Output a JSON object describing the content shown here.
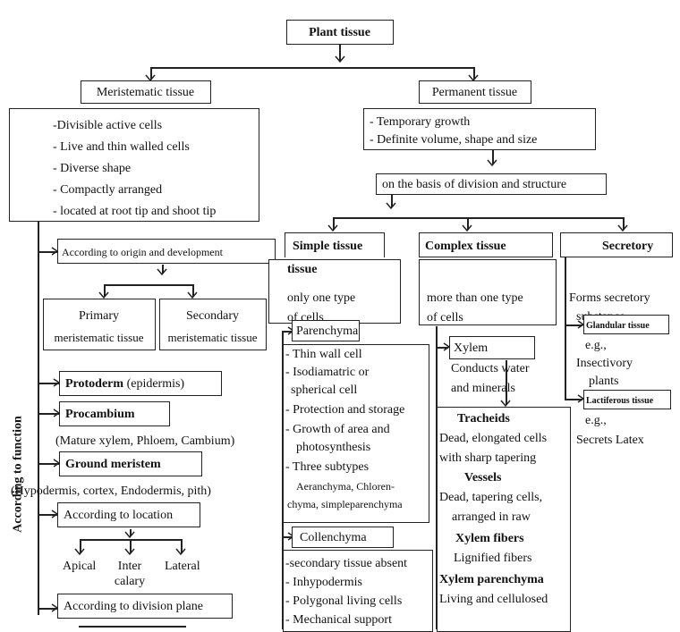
{
  "root": {
    "title": "Plant tissue"
  },
  "meristematic": {
    "title": "Meristematic tissue",
    "features": [
      "-Divisible active cells",
      "- Live and thin walled cells",
      "- Diverse shape",
      "- Compactly arranged",
      "- located at root tip and shoot tip"
    ],
    "side_label": "According to function",
    "origin": {
      "label": "According to origin and development",
      "primary": [
        "Primary",
        "meristematic tissue"
      ],
      "secondary": [
        "Secondary",
        "meristematic tissue"
      ]
    },
    "protoderm": {
      "bold": "Protoderm",
      "rest": " (epidermis)"
    },
    "procambium": {
      "label": "Procambium",
      "note": "(Mature xylem, Phloem, Cambium)"
    },
    "ground": {
      "label": "Ground meristem",
      "note": "(Hypodermis, cortex, Endodermis, pith)"
    },
    "location": {
      "label": "According to location",
      "apical": "Apical",
      "inter": [
        "Inter",
        "calary"
      ],
      "lateral": "Lateral"
    },
    "division": {
      "label": "According to division plane"
    }
  },
  "permanent": {
    "title": "Permanent tissue",
    "features": [
      "- Temporary growth",
      "- Definite volume, shape and size"
    ],
    "basis": "on the basis of division and structure",
    "simple": {
      "title": "Simple tissue",
      "title2": "tissue",
      "desc": [
        "only one type",
        "of cells"
      ],
      "parenchyma": {
        "title": "Parenchyma",
        "features": [
          "- Thin wall cell",
          "- Isodiamatric or",
          "spherical cell",
          "- Protection and storage",
          "- Growth of area and",
          "photosynthesis",
          "- Three subtypes",
          "Aeranchyma, Chloren-",
          "chyma, simpleparenchyma"
        ]
      },
      "collenchyma": {
        "title": "Collenchyma",
        "features": [
          "-secondary tissue absent",
          "- Inhypodermis",
          "- Polygonal living cells",
          "- Mechanical support"
        ]
      }
    },
    "complex": {
      "title": "Complex tissue",
      "desc": [
        "more than one type",
        "of cells"
      ],
      "xylem": {
        "title": "Xylem",
        "desc": [
          "Conducts water",
          "and minerals"
        ],
        "items": [
          {
            "name": "Tracheids",
            "desc": [
              "Dead, elongated cells",
              "with sharp tapering"
            ]
          },
          {
            "name": "Vessels",
            "desc": [
              "Dead, tapering cells,",
              "arranged in raw"
            ]
          },
          {
            "name": "Xylem fibers",
            "desc": [
              "Lignified fibers"
            ]
          },
          {
            "name": "Xylem parenchyma",
            "desc": [
              "Living and cellulosed"
            ]
          }
        ]
      }
    },
    "secretory": {
      "title": "Secretory",
      "desc": [
        "Forms secretory",
        "substance"
      ],
      "glandular": {
        "title": "Glandular tissue",
        "eg": [
          "e.g.,",
          "Insectivory",
          "plants"
        ]
      },
      "lactiferous": {
        "title": "Lactiferous tissue",
        "eg": [
          "e.g.,",
          "Secrets Latex"
        ]
      }
    }
  }
}
